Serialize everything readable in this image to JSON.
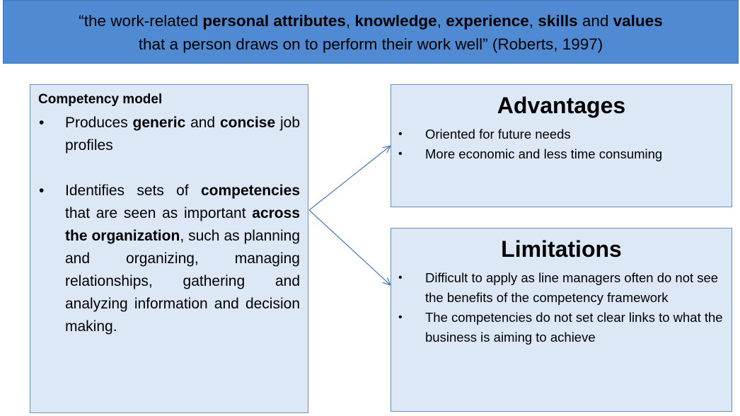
{
  "quote": {
    "line1": [
      {
        "text": "“the work-related ",
        "bold": false
      },
      {
        "text": "personal attributes",
        "bold": true
      },
      {
        "text": ", ",
        "bold": false
      },
      {
        "text": "knowledge",
        "bold": true
      },
      {
        "text": ", ",
        "bold": false
      },
      {
        "text": "experience",
        "bold": true
      },
      {
        "text": ", ",
        "bold": false
      },
      {
        "text": "skills",
        "bold": true
      },
      {
        "text": " and ",
        "bold": false
      },
      {
        "text": "values",
        "bold": true
      }
    ],
    "line2": "that a person draws on to perform their work well” (Roberts, 1997)"
  },
  "competency_model": {
    "title": "Competency model",
    "bullet1": {
      "t1": "Produces ",
      "b1": "generic",
      "t2": " and ",
      "b2": "concise",
      "t3": " job profiles"
    },
    "bullet2": {
      "t1": "Identifies sets of ",
      "b1": "competencies",
      "t2": " that are seen as important ",
      "b2": "across the organization",
      "t3": ", such as planning and organizing, managing relationships, gathering and analyzing information and decision making."
    }
  },
  "advantages": {
    "title": "Advantages",
    "items": [
      "Oriented for future needs",
      "More economic and less time consuming"
    ]
  },
  "limitations": {
    "title": "Limitations",
    "items": [
      "Difficult to apply as line managers often do not see the benefits of the competency framework",
      "The competencies do not set clear links to what the business is aiming to achieve"
    ]
  },
  "bullet_symbol": "•",
  "colors": {
    "banner": "#4f8ad3",
    "box_fill": "#dde8f6",
    "box_border": "#6f8fb8",
    "arrow": "#4a78b8"
  }
}
